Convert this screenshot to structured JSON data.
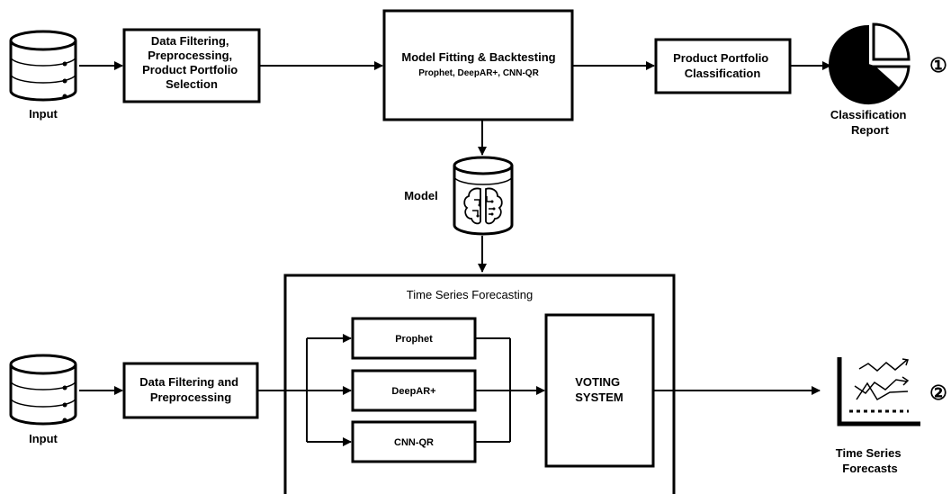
{
  "top": {
    "input_label": "Input",
    "filter_lines": [
      "Data Filtering,",
      "Preprocessing,",
      "Product Portfolio",
      "Selection"
    ],
    "fit_title": "Model Fitting & Backtesting",
    "fit_subtitle": "Prophet, DeepAR+, CNN-QR",
    "classification_lines": [
      "Product Portfolio",
      "Classification"
    ],
    "report_lines": [
      "Classification",
      "Report"
    ],
    "step_marker": "①"
  },
  "model_label": "Model",
  "bottom": {
    "input_label": "Input",
    "filter_lines": [
      "Data Filtering and",
      "Preprocessing"
    ],
    "forecasting_title": "Time Series Forecasting",
    "models": [
      "Prophet",
      "DeepAR+",
      "CNN-QR"
    ],
    "voting_lines": [
      "VOTING",
      "SYSTEM"
    ],
    "output_lines": [
      "Time Series",
      "Forecasts"
    ],
    "step_marker": "②"
  },
  "icons": {
    "database": "database-icon",
    "pie": "pie-chart-icon",
    "model": "brain-model-icon",
    "chart": "line-chart-icon"
  }
}
